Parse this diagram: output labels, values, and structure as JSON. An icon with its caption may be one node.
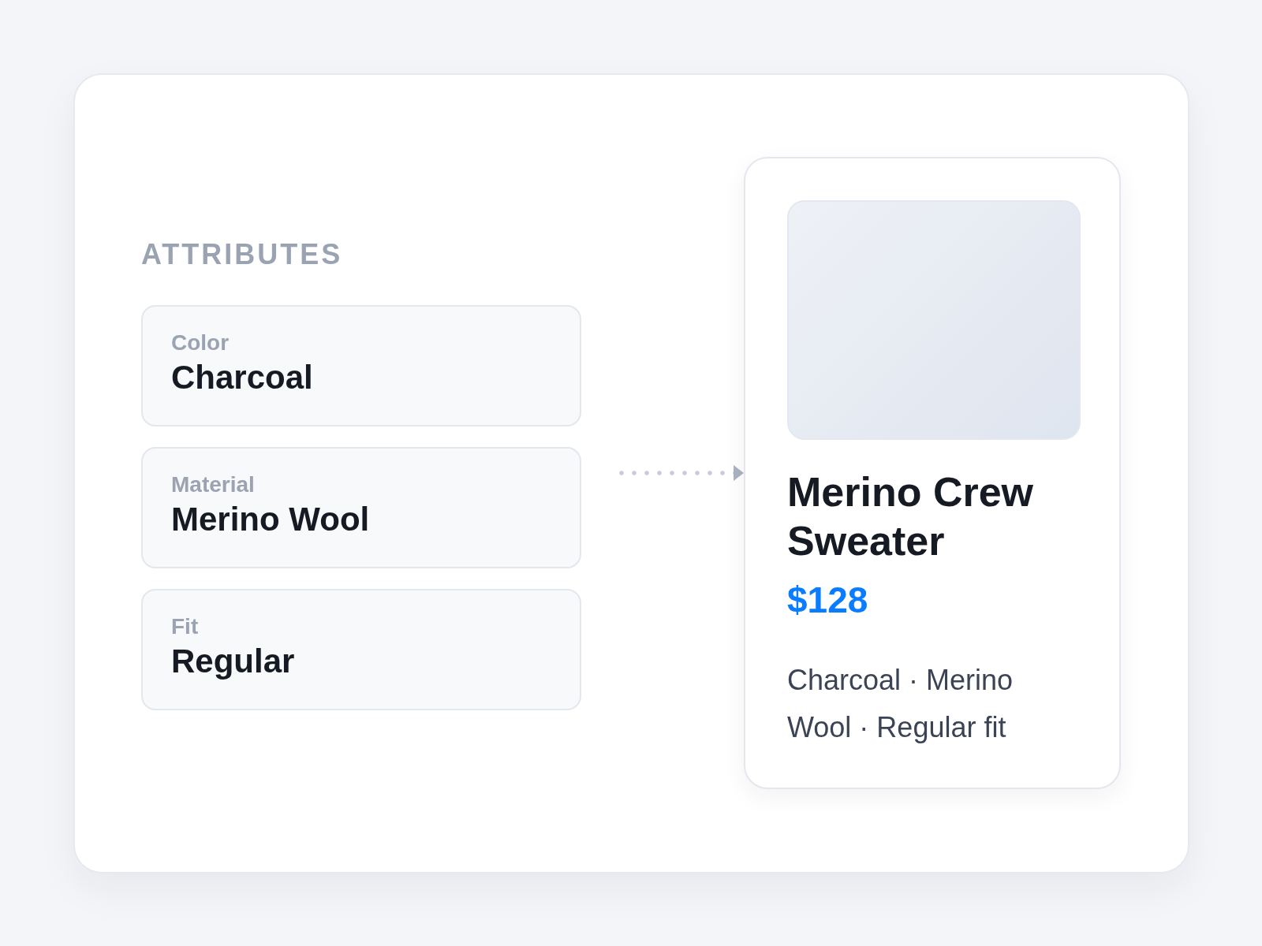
{
  "diagram": {
    "nodes": [
      {
        "text": [
          "Color",
          "Charcoal"
        ]
      },
      {
        "text": [
          "Material",
          "Merino Wool"
        ]
      },
      {
        "text": [
          "Fit",
          "Regular"
        ]
      },
      {
        "text": [
          "Merino Crew Sweater",
          "$128",
          "Charcoal · Merino Wool · Regular fit"
        ]
      },
      {
        "text": [],
        "shape": "box",
        "in": 3
      }
    ],
    "edges": [
      {
        "from": null,
        "to": 3,
        "arrow": "to",
        "style": "dashed"
      }
    ],
    "labels": [
      "ATTRIBUTES"
    ]
  }
}
